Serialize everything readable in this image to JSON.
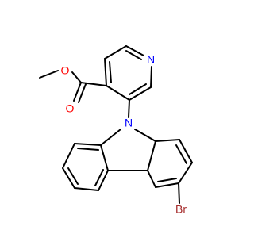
{
  "molecule": {
    "atoms": {
      "pyridine_n": "N",
      "carbazole_n": "N",
      "ester_o_single": "O",
      "ester_o_double": "O",
      "bromine": "Br"
    }
  },
  "colors": {
    "background": "#ffffff",
    "bond": "#000000",
    "nitrogen": "#0000ff",
    "oxygen": "#ff0000",
    "bromine": "#a52a2a"
  }
}
